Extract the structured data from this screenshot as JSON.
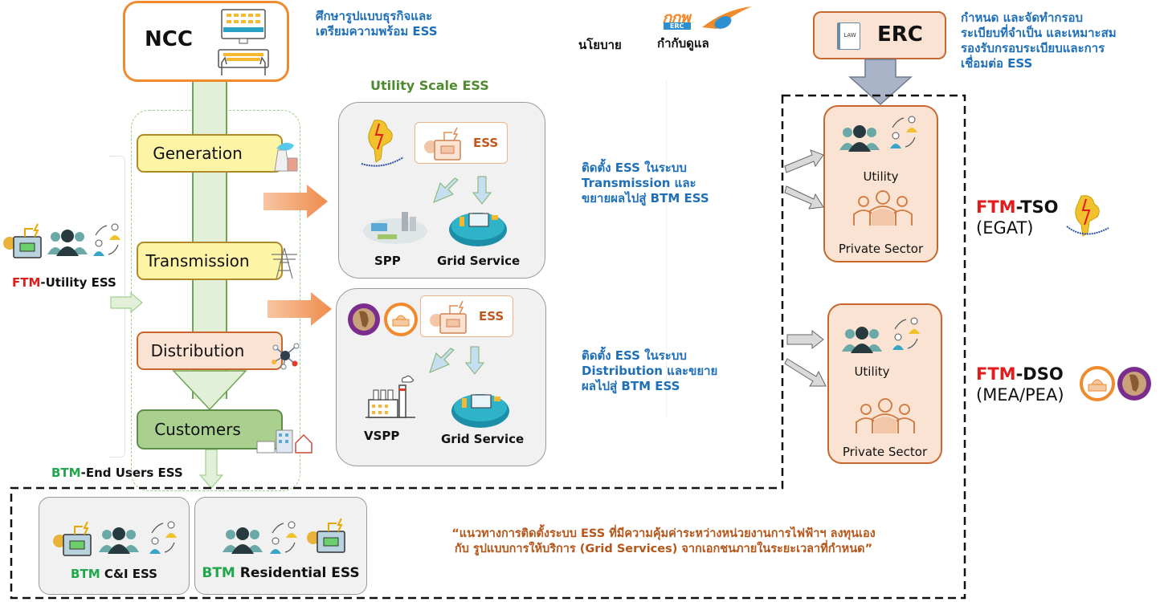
{
  "ncc": {
    "label": "NCC",
    "note_lines": [
      "ศึกษารูปแบบธุรกิจและ",
      "เตรียมความพร้อม ESS"
    ]
  },
  "policy": {
    "policy_label": "นโยบาย",
    "regulate_label": "กำกับดูแล",
    "logo_text": "กกพ",
    "logo_sub": "ERC"
  },
  "erc": {
    "label": "ERC",
    "law_icon_text": "LAW",
    "note_lines": [
      "กำหนด และจัดทำกรอบ",
      "ระเบียบที่จำเป็น และเหมาะสม",
      "รองรับกรอบระเบียบและการ",
      "เชื่อมต่อ ESS"
    ]
  },
  "value_chain": {
    "stages": [
      {
        "label": "Generation",
        "icon": "power-plant-icon"
      },
      {
        "label": "Transmission",
        "icon": "transmission-tower-icon"
      },
      {
        "label": "Distribution",
        "icon": "network-hub-icon"
      },
      {
        "label": "Customers",
        "icon": "buildings-icon"
      }
    ]
  },
  "ftm_utility": {
    "prefix": "FTM",
    "suffix": "-Utility ESS"
  },
  "btm_end_users": {
    "prefix": "BTM",
    "suffix": "-End Users ESS"
  },
  "utility_scale": {
    "title": "Utility Scale ESS",
    "transmission_card": {
      "ess_label": "ESS",
      "left_label": "SPP",
      "right_label": "Grid Service"
    },
    "distribution_card": {
      "ess_label": "ESS",
      "left_label": "VSPP",
      "right_label": "Grid Service"
    }
  },
  "notes": {
    "transmission_lines": [
      "ติดตั้ง ESS ในระบบ",
      "Transmission และ",
      "ขยายผลไปสู่ BTM ESS"
    ],
    "distribution_lines": [
      "ติดตั้ง ESS ในระบบ",
      "Distribution และขยาย",
      "ผลไปสู่ BTM ESS"
    ]
  },
  "actor_cards": [
    {
      "utility_label": "Utility",
      "private_label": "Private Sector"
    },
    {
      "utility_label": "Utility",
      "private_label": "Private Sector"
    }
  ],
  "operators": {
    "tso": {
      "prefix": "FTM",
      "suffix": "-TSO",
      "org": "(EGAT)"
    },
    "dso": {
      "prefix": "FTM",
      "suffix": "-DSO",
      "org": "(MEA/PEA)"
    }
  },
  "btm_cards": [
    {
      "prefix": "BTM",
      "suffix": " C&I ESS"
    },
    {
      "prefix": "BTM",
      "suffix": " Residential ESS"
    }
  ],
  "quote_lines": [
    "“แนวทางการติดตั้งระบบ ESS ที่มีความคุ้มค่าระหว่างหน่วยงานการไฟฟ้าฯ ลงทุนเอง",
    "กับ รูปแบบการให้บริการ (Grid Services) จากเอกชนภายในระยะเวลาที่กำหนด”"
  ],
  "colors": {
    "ftm_red": "#e21b1b",
    "btm_green": "#1ea84b",
    "note_blue": "#1f6fb8",
    "quote_brown": "#b5561a",
    "title_green": "#4f8a2e"
  }
}
